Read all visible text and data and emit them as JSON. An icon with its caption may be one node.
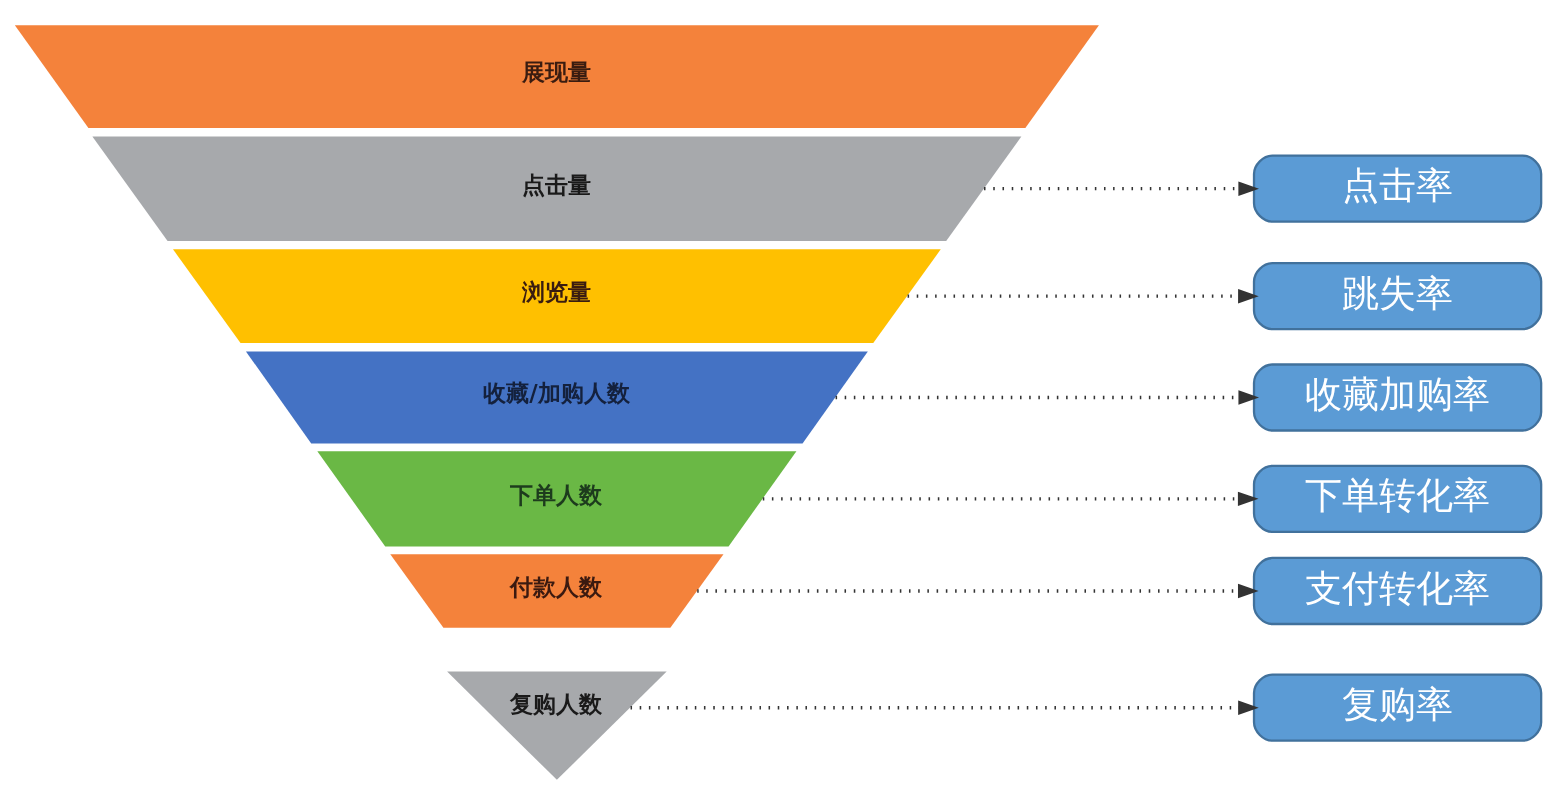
{
  "diagram": {
    "nodes": [
      {
        "text": [
          "展现量"
        ]
      },
      {
        "text": [
          "点击量"
        ]
      },
      {
        "text": [
          "浏览量"
        ]
      },
      {
        "text": [
          "收藏/加购人数"
        ]
      },
      {
        "text": [
          "下单人数"
        ]
      },
      {
        "text": [
          "付款人数"
        ]
      },
      {
        "text": [
          "复购人数"
        ]
      },
      {
        "text": [
          "点击率"
        ]
      },
      {
        "text": [
          "跳失率"
        ]
      },
      {
        "text": [
          "收藏加购率"
        ]
      },
      {
        "text": [
          "下单转化率"
        ]
      },
      {
        "text": [
          "支付转化率"
        ]
      },
      {
        "text": [
          "复购率"
        ]
      }
    ],
    "edges": [
      {
        "from": 1,
        "to": 7,
        "arrow": "to",
        "style": "dashed"
      },
      {
        "from": 2,
        "to": 8,
        "arrow": "to",
        "style": "dashed"
      },
      {
        "from": 3,
        "to": 9,
        "arrow": "to",
        "style": "dashed"
      },
      {
        "from": 4,
        "to": 10,
        "arrow": "to",
        "style": "dashed"
      },
      {
        "from": 5,
        "to": 11,
        "arrow": "to",
        "style": "dashed"
      },
      {
        "from": 6,
        "to": 12,
        "arrow": "to",
        "style": "dashed"
      }
    ]
  }
}
